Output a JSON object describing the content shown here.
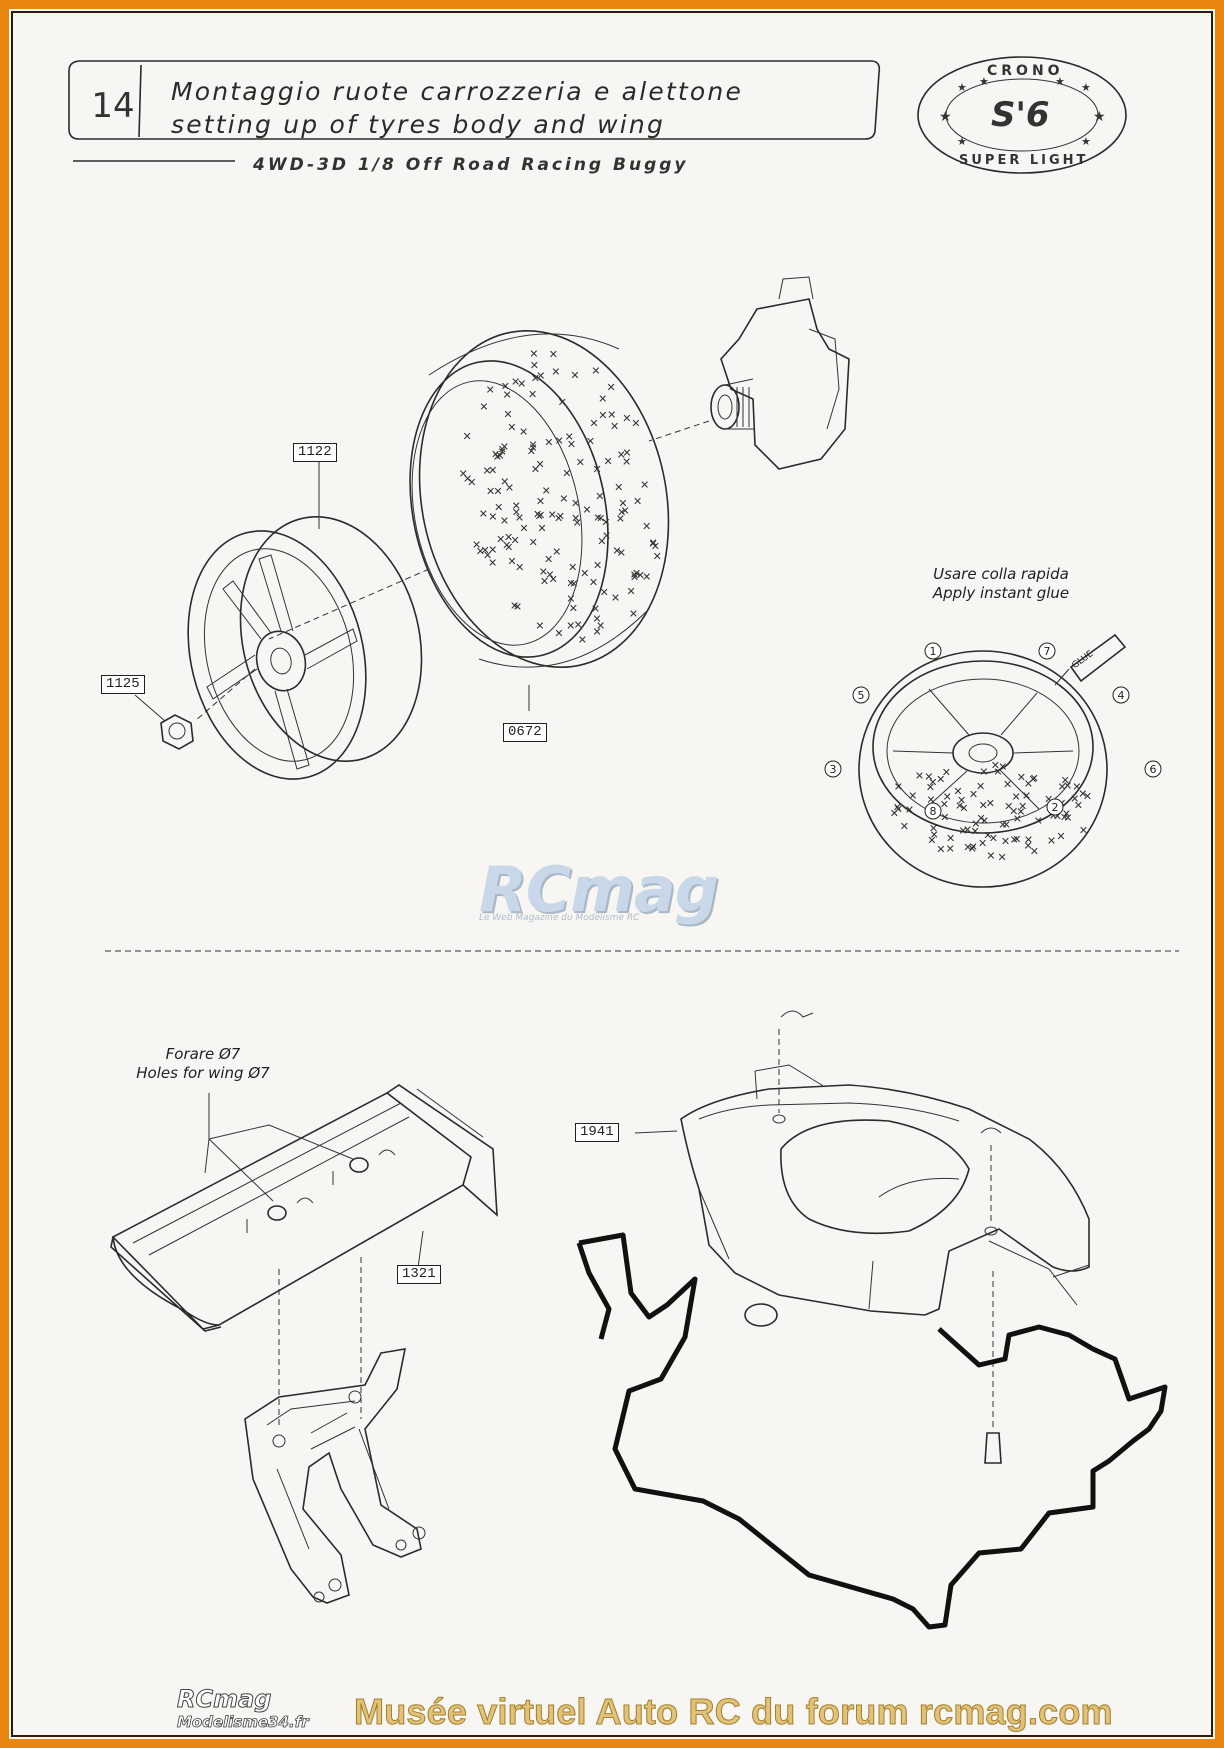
{
  "header": {
    "step_number": "14",
    "title_it": "Montaggio ruote carrozzeria e alettone",
    "title_en": "setting up of tyres body and wing",
    "subtitle": "4WD-3D 1/8 Off Road Racing Buggy"
  },
  "logo": {
    "top_text": "CRONO",
    "center_text": "S'6",
    "bottom_text": "SUPER LIGHT"
  },
  "parts": {
    "rim": "1122",
    "nut": "1125",
    "tyre": "0672",
    "wing": "1321",
    "body": "1941"
  },
  "glue_note": {
    "line_it": "Usare colla rapida",
    "line_en": "Apply instant glue",
    "bottle_label": "GLUE",
    "callouts": [
      "1",
      "7",
      "5",
      "4",
      "3",
      "6",
      "8",
      "2"
    ]
  },
  "wing_note": {
    "line_it": "Forare Ø7",
    "line_en": "Holes for wing Ø7"
  },
  "watermark": {
    "brand": "RCmag",
    "tagline": "Le Web Magazine du Modélisme RC"
  },
  "footer": {
    "logo_top": "RCmag",
    "logo_bottom": "Modelisme34.fr",
    "text": "Musée virtuel Auto RC du forum rcmag.com"
  },
  "colors": {
    "frame_orange": "#e8860f",
    "footer_text": "#e2c27a",
    "ink": "#2b2b2b"
  }
}
